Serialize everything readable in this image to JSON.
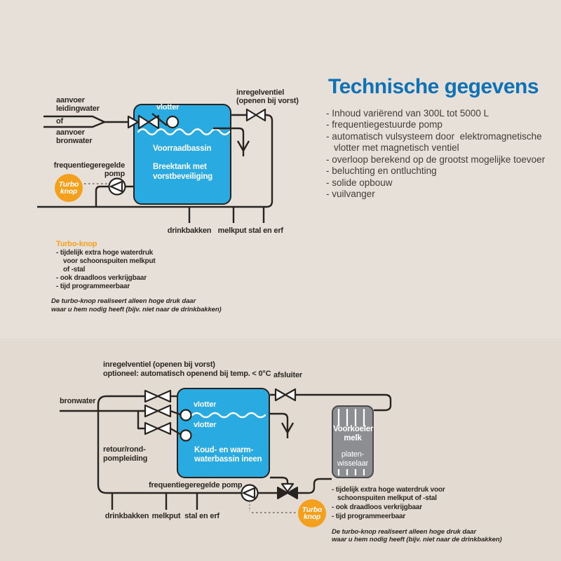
{
  "colors": {
    "bg_top": "#e6e0d8",
    "bg_bottom": "#e3dbd1",
    "line": "#272320",
    "ink": "#2b2722",
    "ink_soft": "#403c36",
    "accent_blue": "#0f72b7",
    "tank_blue": "#29abe2",
    "orange": "#f5a01d",
    "gray_box": "#8d8e91",
    "gray_border": "#4c4c4e",
    "dash_gray": "#8a857d"
  },
  "header": {
    "title": "Technische gegevens"
  },
  "specs": [
    "- Inhoud variërend van 300L tot 5000 L",
    "- frequentiegestuurde pomp",
    "- automatisch vulsysteem door  elektromagnetische",
    "vlotter met magnetisch ventiel",
    "- overloop berekend op de grootst mogelijke toevoer",
    "- beluchting en ontluchting",
    "- solide opbouw",
    "- vuilvanger"
  ],
  "diagram1": {
    "supply": {
      "l1": "aanvoer",
      "l2": "leidingwater",
      "or": "of",
      "l3": "aanvoer",
      "l4": "bronwater"
    },
    "float_label": "vlotter",
    "regulator": {
      "l1": "inregelventiel",
      "l2": "(openen bij vorst)"
    },
    "tank": {
      "l1": "Voorraadbassin",
      "l2": "Breektank met",
      "l3": "vorstbeveiliging"
    },
    "pump": {
      "l1": "frequentiegeregelde",
      "l2": "pomp"
    },
    "turbo": {
      "l1": "Turbo",
      "l2": "knop"
    },
    "out1": "drinkbakken",
    "out2": "melkput",
    "out3": "stal en erf"
  },
  "turbo_info": {
    "heading": "Turbo-knop",
    "b1": "- tijdelijk extra hoge waterdruk",
    "b2": "voor schoonspuiten melkput",
    "b3": "of -stal",
    "b4": "- ook draadloos verkrijgbaar",
    "b5": "- tijd programmeerbaar",
    "n1": "De turbo-knop realiseert alleen hoge druk daar",
    "n2": "waar u hem nodig heeft (bijv. niet naar de drinkbakken)"
  },
  "diagram2": {
    "regulator": {
      "l1": "inregelventiel (openen bij vorst)",
      "l2": "optioneel: automatisch openend bij temp. < 0°C"
    },
    "shutoff": "afsluiter",
    "source": "bronwater",
    "float1": "vlotter",
    "float2": "vlotter",
    "tank": {
      "l1": "Koud- en warm-",
      "l2": "waterbassin ineen"
    },
    "loop": {
      "l1": "retour/rond-",
      "l2": "pompleiding"
    },
    "cooler": {
      "l1": "Voorkoeler",
      "l2": "melk",
      "l3": "platen-",
      "l4": "wisselaar"
    },
    "pump": "frequentiegeregelde pomp",
    "turbo": {
      "l1": "Turbo",
      "l2": "knop"
    },
    "out1": "drinkbakken",
    "out2": "melkput",
    "out3": "stal en erf",
    "b1": "- tijdelijk extra hoge waterdruk voor",
    "b2": "schoonspuiten melkput of -stal",
    "b3": "- ook draadloos verkrijgbaar",
    "b4": "- tijd programmeerbaar",
    "n1": "De turbo-knop realiseert alleen hoge druk daar",
    "n2": "waar u hem nodig heeft (bijv. niet naar de drinkbakken)"
  }
}
